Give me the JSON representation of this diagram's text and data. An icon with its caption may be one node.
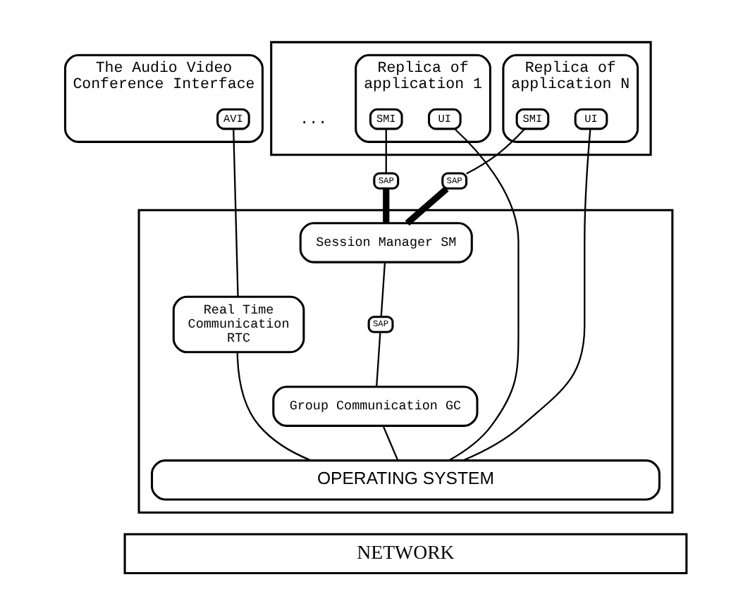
{
  "diagram": {
    "nodes": [
      {
        "text": [
          "The Audio Video Conference Interface"
        ]
      },
      {
        "text": [
          "AVI"
        ],
        "in": 0
      },
      {
        "text": [],
        "shape": "box"
      },
      {
        "text": [
          "Replica of application 1"
        ],
        "in": 2
      },
      {
        "text": [
          "UI"
        ],
        "in": 3
      },
      {
        "text": [
          "SMI"
        ],
        "in": 3
      },
      {
        "text": [
          "Replica of application N"
        ],
        "in": 2
      },
      {
        "text": [
          "SMI"
        ],
        "in": 6
      },
      {
        "text": [
          "UI"
        ],
        "in": 6
      },
      {
        "text": [
          "SAP"
        ]
      },
      {
        "text": [
          "SAP"
        ]
      },
      {
        "text": [],
        "shape": "box"
      },
      {
        "text": [
          "Real Time Communication RTC"
        ],
        "in": 11
      },
      {
        "text": [
          "Session Manager SM"
        ],
        "in": 11
      },
      {
        "text": [
          "SAP"
        ],
        "in": 11
      },
      {
        "text": [
          "Group Communication GC"
        ],
        "in": 11
      },
      {
        "text": [
          "OPERATING SYSTEM"
        ],
        "in": 11
      },
      {
        "text": [
          "NETWORK"
        ]
      }
    ],
    "edges": [
      {
        "from": 1,
        "to": 12,
        "arrow": "none"
      },
      {
        "from": 4,
        "to": 16,
        "arrow": "none"
      },
      {
        "from": 5,
        "to": 9,
        "arrow": "none"
      },
      {
        "from": 9,
        "to": 13,
        "arrow": "none",
        "style": "thick"
      },
      {
        "from": 7,
        "to": 10,
        "arrow": "none"
      },
      {
        "from": 10,
        "to": 13,
        "arrow": "none",
        "style": "thick"
      },
      {
        "from": 8,
        "to": 16,
        "arrow": "none"
      },
      {
        "from": 13,
        "to": 14,
        "arrow": "none"
      },
      {
        "from": 14,
        "to": 15,
        "arrow": "none"
      },
      {
        "from": 12,
        "to": 16,
        "arrow": "none"
      },
      {
        "from": 15,
        "to": 16,
        "arrow": "none"
      }
    ],
    "labels": [
      "..."
    ]
  }
}
